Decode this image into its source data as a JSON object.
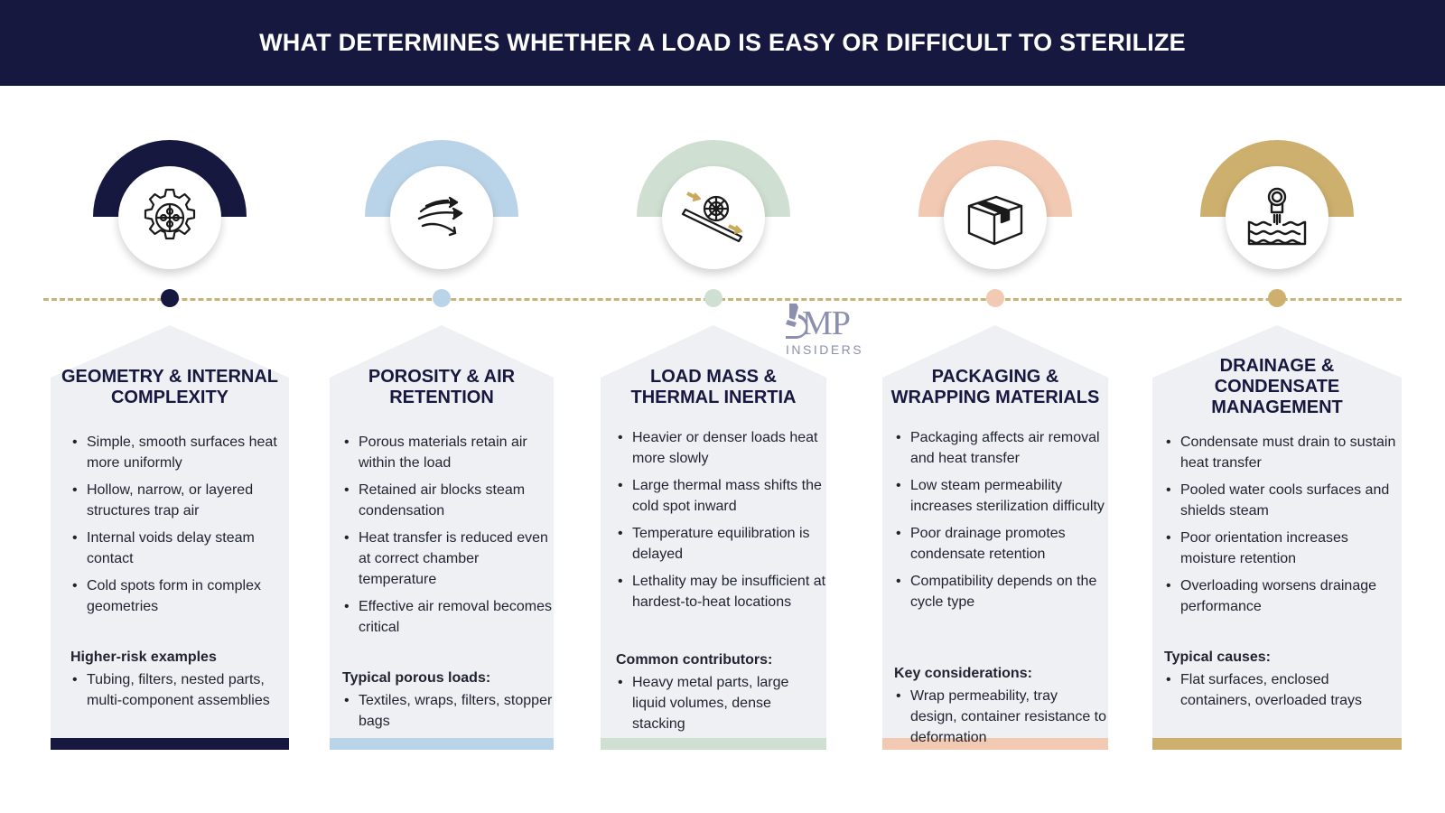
{
  "header": {
    "title": "WHAT DETERMINES WHETHER A LOAD IS EASY OR DIFFICULT TO STERILIZE"
  },
  "logo": {
    "mark": "MP",
    "sub": "INSIDERS"
  },
  "colors": {
    "navy": "#16183f",
    "light_blue": "#b9d3e8",
    "sage": "#cfe0d2",
    "peach": "#f2c9b2",
    "gold": "#cdb06e",
    "timeline": "#c8b27a",
    "card_bg": "#eef0f3"
  },
  "columns": [
    {
      "icon": "gear-puzzle-icon",
      "title_lines": [
        "GEOMETRY & INTERNAL",
        "COMPLEXITY"
      ],
      "bullets": [
        "Simple, smooth surfaces heat more uniformly",
        "Hollow, narrow, or layered structures trap air",
        "Internal voids delay steam contact",
        "Cold spots form in complex geometries"
      ],
      "sub_heading": "Higher-risk examples",
      "sub_bullets": [
        "Tubing, filters, nested parts, multi-component assemblies"
      ]
    },
    {
      "icon": "air-flow-arrows-icon",
      "title_lines": [
        "POROSITY & AIR",
        "RETENTION"
      ],
      "bullets": [
        "Porous materials retain air within the load",
        "Retained air blocks steam condensation",
        "Heat transfer is reduced even at correct chamber temperature",
        "Effective air removal becomes critical"
      ],
      "sub_heading": "Typical porous loads:",
      "sub_bullets": [
        "Textiles, wraps, filters, stopper bags"
      ]
    },
    {
      "icon": "thermal-mass-icon",
      "title_lines": [
        "LOAD MASS &",
        "THERMAL INERTIA"
      ],
      "bullets": [
        "Heavier or denser loads heat more slowly",
        "Large thermal mass shifts the cold spot inward",
        "Temperature equilibration is delayed",
        "Lethality may be insufficient at hardest-to-heat locations"
      ],
      "sub_heading": "Common contributors:",
      "sub_bullets": [
        "Heavy metal parts, large liquid volumes, dense stacking"
      ]
    },
    {
      "icon": "package-box-icon",
      "title_lines": [
        "PACKAGING &",
        "WRAPPING MATERIALS"
      ],
      "bullets": [
        "Packaging affects air removal and heat transfer",
        "Low steam permeability increases sterilization difficulty",
        "Poor drainage promotes condensate retention",
        "Compatibility depends on the cycle type"
      ],
      "sub_heading": "Key considerations:",
      "sub_bullets": [
        "Wrap permeability, tray design, container resistance to deformation"
      ]
    },
    {
      "icon": "drainage-water-icon",
      "title_lines": [
        "DRAINAGE &",
        "CONDENSATE",
        "MANAGEMENT"
      ],
      "bullets": [
        "Condensate must drain to sustain heat transfer",
        "Pooled water cools surfaces and shields steam",
        "Poor orientation increases moisture retention",
        "Overloading worsens drainage performance"
      ],
      "sub_heading": "Typical causes:",
      "sub_bullets": [
        "Flat surfaces, enclosed containers, overloaded trays"
      ]
    }
  ]
}
